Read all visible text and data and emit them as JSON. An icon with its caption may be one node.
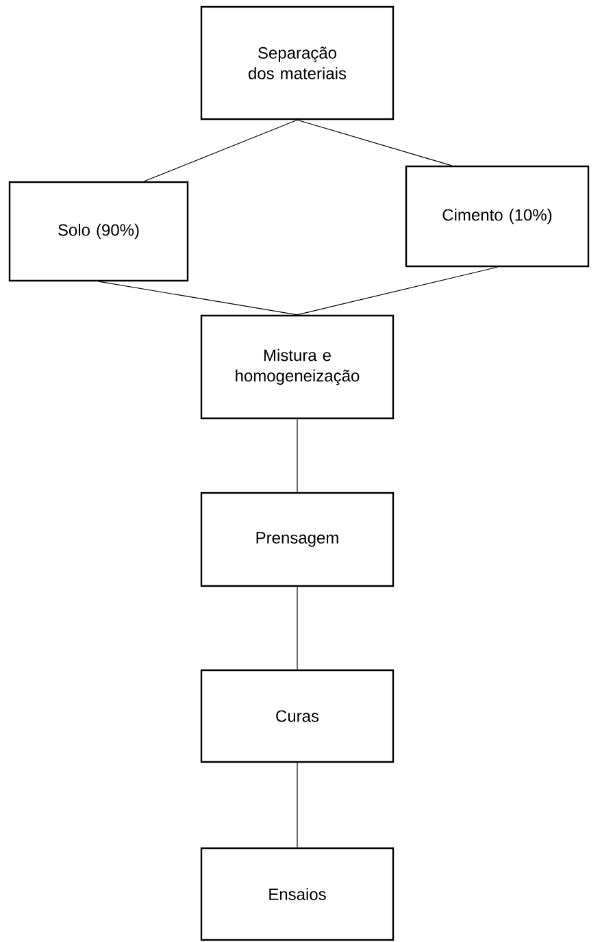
{
  "diagram": {
    "nodes": [
      {
        "text": [
          "Separação dos materiais"
        ]
      },
      {
        "text": [
          "Solo (90%)"
        ]
      },
      {
        "text": [
          "Cimento (10%)"
        ]
      },
      {
        "text": [
          "Mistura e homogeneização"
        ]
      },
      {
        "text": [
          "Prensagem"
        ]
      },
      {
        "text": [
          "Curas"
        ]
      },
      {
        "text": [
          "Ensaios"
        ]
      }
    ],
    "edges": [
      {
        "from": 0,
        "to": 1,
        "arrow": "none"
      },
      {
        "from": 0,
        "to": 2,
        "arrow": "none"
      },
      {
        "from": 1,
        "to": 3,
        "arrow": "none"
      },
      {
        "from": 2,
        "to": 3,
        "arrow": "none"
      },
      {
        "from": 3,
        "to": 4,
        "arrow": "none"
      },
      {
        "from": 4,
        "to": 5,
        "arrow": "none"
      },
      {
        "from": 5,
        "to": 6,
        "arrow": "none"
      }
    ]
  }
}
